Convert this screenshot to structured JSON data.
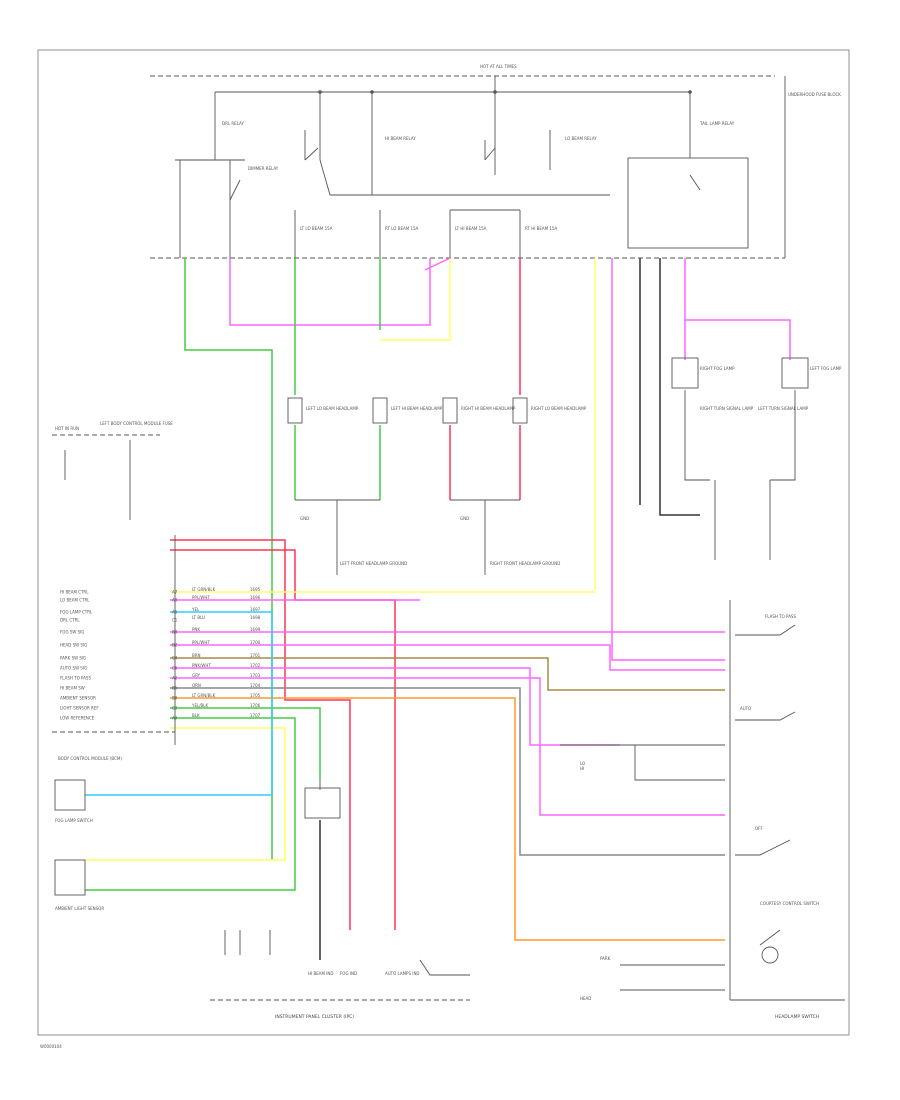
{
  "colors": {
    "pink": "#ff66ff",
    "red": "#ff3355",
    "green": "#44cc44",
    "yellow": "#ffff66",
    "cyan": "#33ccff",
    "orange": "#ff9933",
    "brown": "#aa8844",
    "gray": "#888888",
    "black": "#333333",
    "pink_light": "#ff99cc",
    "lightgreen": "#99ee99"
  },
  "labels": {
    "page_code": "W0000104",
    "hot_at_all_times": "HOT AT ALL TIMES",
    "underhood_fuse_block": "UNDERHOOD FUSE BLOCK",
    "tail_lamp_relay": "TAIL LAMP RELAY",
    "drl_relay": "DRL RELAY",
    "dimmer_relay": "DIMMER RELAY",
    "hi_beam_relay": "HI BEAM RELAY",
    "lo_beam_relay": "LO BEAM RELAY",
    "fuse_lt_lo": "LT LO BEAM 15A",
    "fuse_rt_lo": "RT LO BEAM 15A",
    "fuse_lt_hi": "LT HI BEAM 15A",
    "fuse_rt_hi": "RT HI BEAM 15A",
    "left_lo_headlamp": "LEFT LO BEAM HEADLAMP",
    "left_hi_headlamp": "LEFT HI BEAM HEADLAMP",
    "right_hi_headlamp": "RIGHT HI BEAM HEADLAMP",
    "right_lo_headlamp": "RIGHT LO BEAM HEADLAMP",
    "left_front_ground": "LEFT FRONT HEADLAMP GROUND",
    "right_front_ground": "RIGHT FRONT HEADLAMP GROUND",
    "right_fog": "RIGHT FOG LAMP",
    "left_fog": "LEFT FOG LAMP",
    "right_turn_sig": "RIGHT TURN SIGNAL LAMP",
    "left_turn_sig": "LEFT TURN SIGNAL LAMP",
    "bcm": "BODY CONTROL MODULE (BCM)",
    "hot_in_run": "HOT IN RUN",
    "body_fuse": "LEFT BODY CONTROL MODULE FUSE",
    "ambient_light_sensor": "AMBIENT LIGHT SENSOR",
    "fog_lamp_switch": "FOG LAMP SWITCH",
    "instrument_cluster": "INSTRUMENT PANEL CLUSTER (IPC)",
    "headlamp_switch": "HEADLAMP SWITCH",
    "courtesy_switch": "COURTESY CONTROL SWITCH",
    "lo": "LO",
    "hi": "HI",
    "flash_to_pass": "FLASH TO PASS",
    "auto": "AUTO",
    "off": "OFF",
    "park": "PARK",
    "head": "HEAD",
    "gnd": "GND",
    "hi_beam_ind": "HI BEAM IND",
    "fog_ind": "FOG IND",
    "auto_lamps_ind": "AUTO LAMPS IND"
  },
  "bcm_pins": [
    {
      "pin": "A7",
      "name": "HI BEAM CTRL",
      "wire": "LT GRN/BLK",
      "circ": "1695"
    },
    {
      "pin": "A3",
      "name": "LO BEAM CTRL",
      "wire": "PPL/WHT",
      "circ": "1696"
    },
    {
      "pin": "A5",
      "name": "FOG LAMP CTRL",
      "wire": "YEL",
      "circ": "1697"
    },
    {
      "pin": "C1",
      "name": "DRL CTRL",
      "wire": "LT BLU",
      "circ": "1698"
    },
    {
      "pin": "B8",
      "name": "FOG SW SIG",
      "wire": "PNK",
      "circ": "1699"
    },
    {
      "pin": "B2",
      "name": "HEAD SW SIG",
      "wire": "PPL/WHT",
      "circ": "1700"
    },
    {
      "pin": "C4",
      "name": "PARK SW SIG",
      "wire": "BRN",
      "circ": "1701"
    },
    {
      "pin": "C6",
      "name": "AUTO SW SIG",
      "wire": "PNK/WHT",
      "circ": "1702"
    },
    {
      "pin": "A2",
      "name": "FLASH TO PASS",
      "wire": "GRY",
      "circ": "1703"
    },
    {
      "pin": "B5",
      "name": "HI BEAM SW",
      "wire": "ORN",
      "circ": "1704"
    },
    {
      "pin": "B9",
      "name": "AMBIENT SENSOR",
      "wire": "LT GRN/BLK",
      "circ": "1705"
    },
    {
      "pin": "C3",
      "name": "LIGHT SENSOR REF",
      "wire": "YEL/BLK",
      "circ": "1706"
    },
    {
      "pin": "A9",
      "name": "LOW REFERENCE",
      "wire": "BLK",
      "circ": "1707"
    }
  ]
}
